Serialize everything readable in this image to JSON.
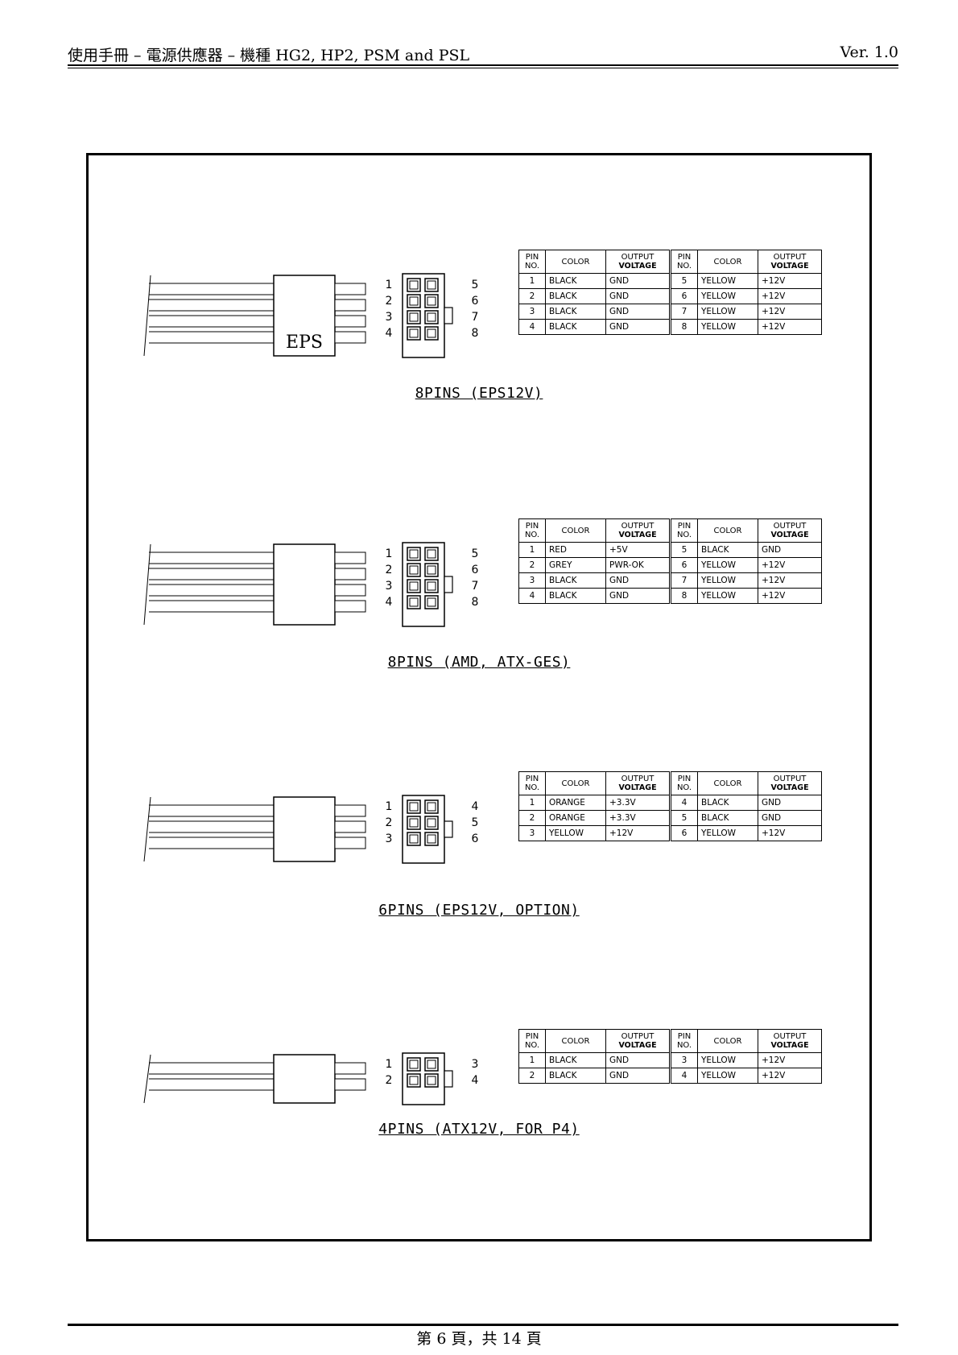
{
  "header": {
    "title": "使用手冊 – 電源供應器 – 機種 HG2, HP2, PSM and PSL",
    "version": "Ver. 1.0"
  },
  "table_headers": {
    "pin_no_1": "PIN",
    "pin_no_2": "NO.",
    "color": "COLOR",
    "output_1": "OUTPUT",
    "output_2": "VOLTAGE"
  },
  "sections": [
    {
      "caption": "8PINS (EPS12V)",
      "connector_label": "EPS",
      "left_pins": [
        "1",
        "2",
        "3",
        "4"
      ],
      "right_pins": [
        "5",
        "6",
        "7",
        "8"
      ],
      "rows": [
        {
          "p1": "1",
          "c1": "BLACK",
          "v1": "GND",
          "p2": "5",
          "c2": "YELLOW",
          "v2": "+12V"
        },
        {
          "p1": "2",
          "c1": "BLACK",
          "v1": "GND",
          "p2": "6",
          "c2": "YELLOW",
          "v2": "+12V"
        },
        {
          "p1": "3",
          "c1": "BLACK",
          "v1": "GND",
          "p2": "7",
          "c2": "YELLOW",
          "v2": "+12V"
        },
        {
          "p1": "4",
          "c1": "BLACK",
          "v1": "GND",
          "p2": "8",
          "c2": "YELLOW",
          "v2": "+12V"
        }
      ]
    },
    {
      "caption": "8PINS (AMD, ATX-GES)",
      "connector_label": "",
      "left_pins": [
        "1",
        "2",
        "3",
        "4"
      ],
      "right_pins": [
        "5",
        "6",
        "7",
        "8"
      ],
      "rows": [
        {
          "p1": "1",
          "c1": "RED",
          "v1": "+5V",
          "p2": "5",
          "c2": "BLACK",
          "v2": "GND"
        },
        {
          "p1": "2",
          "c1": "GREY",
          "v1": "PWR-OK",
          "p2": "6",
          "c2": "YELLOW",
          "v2": "+12V"
        },
        {
          "p1": "3",
          "c1": "BLACK",
          "v1": "GND",
          "p2": "7",
          "c2": "YELLOW",
          "v2": "+12V"
        },
        {
          "p1": "4",
          "c1": "BLACK",
          "v1": "GND",
          "p2": "8",
          "c2": "YELLOW",
          "v2": "+12V"
        }
      ]
    },
    {
      "caption": "6PINS (EPS12V, OPTION)",
      "connector_label": "",
      "left_pins": [
        "1",
        "2",
        "3"
      ],
      "right_pins": [
        "4",
        "5",
        "6"
      ],
      "rows": [
        {
          "p1": "1",
          "c1": "ORANGE",
          "v1": "+3.3V",
          "p2": "4",
          "c2": "BLACK",
          "v2": "GND"
        },
        {
          "p1": "2",
          "c1": "ORANGE",
          "v1": "+3.3V",
          "p2": "5",
          "c2": "BLACK",
          "v2": "GND"
        },
        {
          "p1": "3",
          "c1": "YELLOW",
          "v1": "+12V",
          "p2": "6",
          "c2": "YELLOW",
          "v2": "+12V"
        }
      ]
    },
    {
      "caption": "4PINS (ATX12V, FOR P4)",
      "connector_label": "",
      "left_pins": [
        "1",
        "2"
      ],
      "right_pins": [
        "3",
        "4"
      ],
      "rows": [
        {
          "p1": "1",
          "c1": "BLACK",
          "v1": "GND",
          "p2": "3",
          "c2": "YELLOW",
          "v2": "+12V"
        },
        {
          "p1": "2",
          "c1": "BLACK",
          "v1": "GND",
          "p2": "4",
          "c2": "YELLOW",
          "v2": "+12V"
        }
      ]
    }
  ],
  "footer": {
    "page": "第 6 頁，共 14 頁"
  }
}
